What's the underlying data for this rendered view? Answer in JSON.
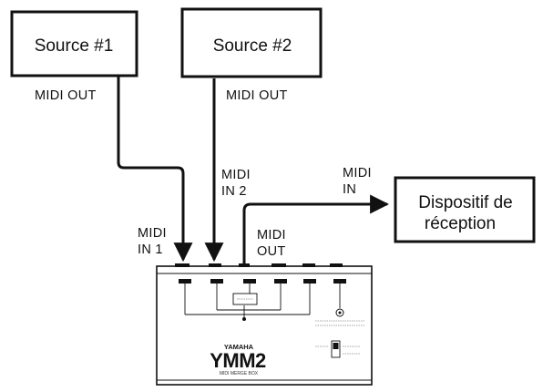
{
  "sources": [
    {
      "label": "Source #1",
      "port": "MIDI OUT"
    },
    {
      "label": "Source #2",
      "port": "MIDI OUT"
    }
  ],
  "receiver": {
    "label_line1": "Dispositif de",
    "label_line2": "réception",
    "port_line1": "MIDI",
    "port_line2": "IN"
  },
  "device_ports": {
    "in1_line1": "MIDI",
    "in1_line2": "IN 1",
    "in2_line1": "MIDI",
    "in2_line2": "IN 2",
    "out_line1": "MIDI",
    "out_line2": "OUT"
  },
  "device": {
    "brand": "YAMAHA",
    "model": "YMM2",
    "caption": "MIDI MERGE BOX"
  }
}
